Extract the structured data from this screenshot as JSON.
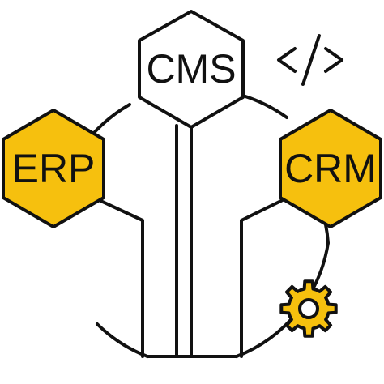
{
  "diagram": {
    "colors": {
      "stroke": "#111111",
      "accent": "#f6c00e",
      "background": "#ffffff"
    },
    "nodes": {
      "cms": {
        "label": "CMS"
      },
      "erp": {
        "label": "ERP"
      },
      "crm": {
        "label": "CRM"
      }
    },
    "icons": [
      "code-brackets-icon",
      "gear-icon"
    ]
  }
}
